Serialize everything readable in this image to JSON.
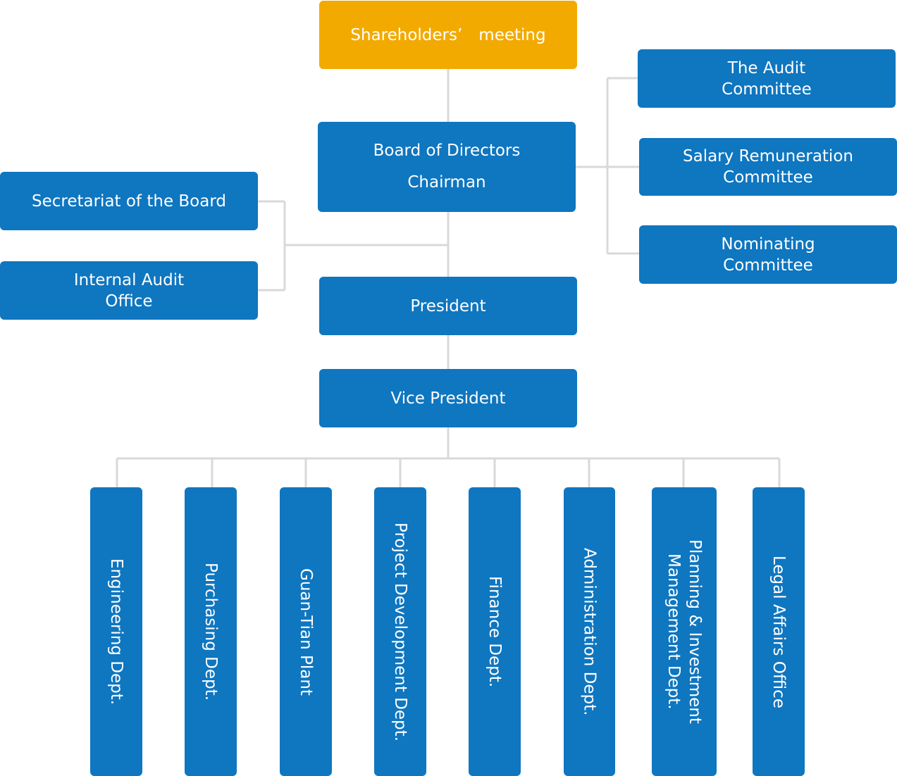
{
  "chart": {
    "shareholders": "Shareholders’　meeting",
    "board": {
      "line1": "Board of Directors",
      "line2": "Chairman"
    },
    "audit_committee": {
      "line1": "The Audit",
      "line2": "Committee"
    },
    "salary_committee": {
      "line1": "Salary Remuneration",
      "line2": "Committee"
    },
    "nominating_committee": {
      "line1": "Nominating",
      "line2": "Committee"
    },
    "secretariat": "Secretariat of the Board",
    "internal_audit": {
      "line1": "Internal Audit",
      "line2": "Office"
    },
    "president": "President",
    "vice_president": "Vice President",
    "departments": [
      "Engineering Dept.",
      "Purchasing Dept.",
      "Guan-Tian Plant",
      "Project Development Dept.",
      "Finance Dept.",
      "Administration Dept.",
      "Planning & Investment\nManagement Dept.",
      "Legal Affairs Office"
    ]
  },
  "colors": {
    "box": "#0f76c0",
    "top_box": "#f2aa00",
    "connector": "#d9d9d9",
    "text": "#ffffff"
  }
}
